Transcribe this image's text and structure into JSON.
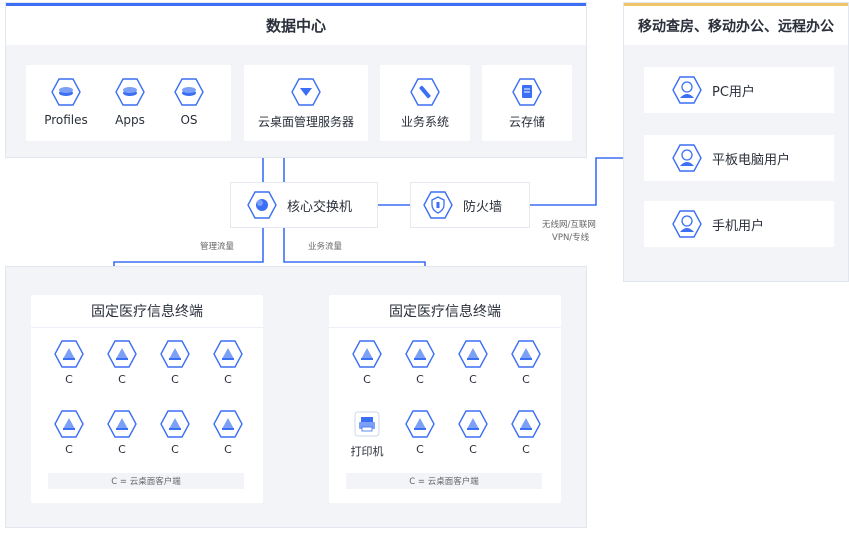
{
  "data_center": {
    "title": "数据中心",
    "items": [
      {
        "label": "Profiles",
        "icon": "profiles-icon"
      },
      {
        "label": "Apps",
        "icon": "apps-icon"
      },
      {
        "label": "OS",
        "icon": "os-icon"
      }
    ],
    "server_label": "云桌面管理服务器",
    "business_label": "业务系统",
    "storage_label": "云存储"
  },
  "mobile": {
    "title": "移动查房、移动办公、远程办公",
    "users": [
      {
        "label": "PC用户",
        "icon": "pc-user-icon"
      },
      {
        "label": "平板电脑用户",
        "icon": "tablet-user-icon"
      },
      {
        "label": "手机用户",
        "icon": "phone-user-icon"
      }
    ]
  },
  "network": {
    "core_switch": "核心交换机",
    "firewall": "防火墙",
    "mgmt_traffic": "管理流量",
    "biz_traffic": "业务流量",
    "wan_line1": "无线网/互联网",
    "wan_line2": "VPN/专线"
  },
  "terminals": [
    {
      "title": "固定医疗信息终端",
      "cells": [
        "C",
        "C",
        "C",
        "C",
        "C",
        "C",
        "C",
        "C"
      ],
      "legend": "C = 云桌面客户端"
    },
    {
      "title": "固定医疗信息终端",
      "cells": [
        "C",
        "C",
        "C",
        "C",
        "打印机",
        "C",
        "C",
        "C"
      ],
      "legend": "C = 云桌面客户端"
    }
  ],
  "colors": {
    "accent": "#3b6ff5",
    "mobile_accent": "#f1c36b",
    "line": "#3b6ff5"
  }
}
